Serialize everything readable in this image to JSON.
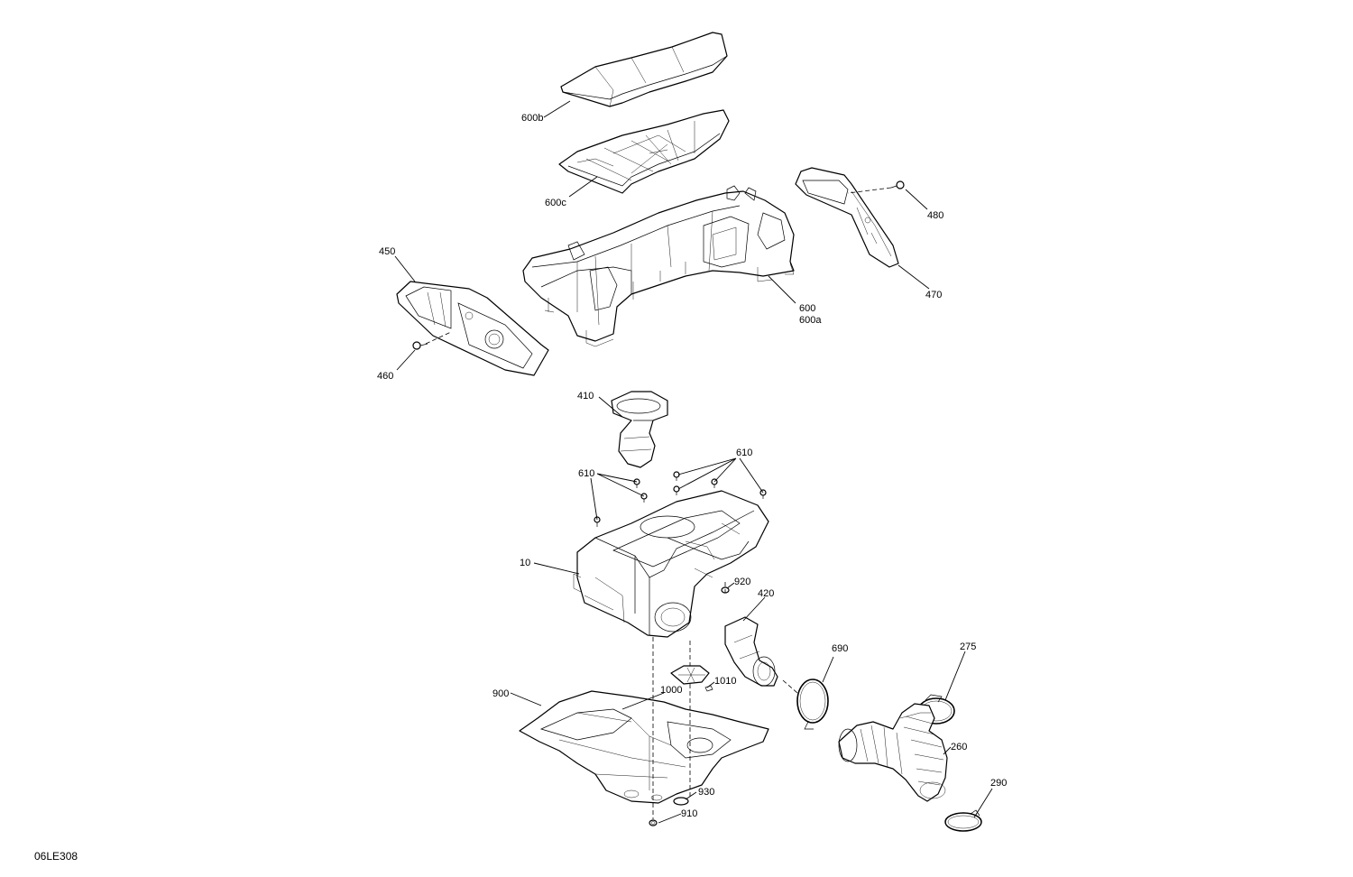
{
  "diagram": {
    "reference_code": "06LE308",
    "labels": {
      "l600b": "600b",
      "l600c": "600c",
      "l450": "450",
      "l460": "460",
      "l480": "480",
      "l470": "470",
      "l600": "600",
      "l600a": "600a",
      "l410": "410",
      "l610a": "610",
      "l610b": "610",
      "l10": "10",
      "l920": "920",
      "l420": "420",
      "l690": "690",
      "l275": "275",
      "l900": "900",
      "l1000": "1000",
      "l1010": "1010",
      "l260": "260",
      "l290": "290",
      "l930": "930",
      "l910": "910"
    }
  }
}
